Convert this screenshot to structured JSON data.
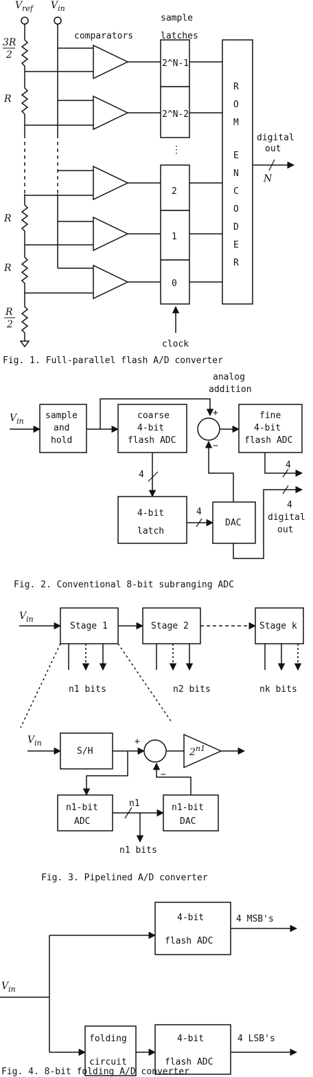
{
  "fig1": {
    "vref": "V",
    "vref_sub": "ref",
    "vin": "V",
    "vin_sub": "in",
    "comparators": "comparators",
    "sample": "sample",
    "latches": "latches",
    "r_top": "3R",
    "r_top_den": "2",
    "r": "R",
    "r_bot": "R",
    "r_bot_den": "2",
    "latch_labels": [
      "2^N-1",
      "2^N-2",
      "2",
      "1",
      "0"
    ],
    "rom_letters": [
      "R",
      "O",
      "M",
      "E",
      "N",
      "C",
      "O",
      "D",
      "E",
      "R"
    ],
    "digital": "digital",
    "out": "out",
    "n": "N",
    "clock": "clock",
    "caption": "Fig. 1.  Full-parallel flash A/D converter"
  },
  "fig2": {
    "analog": "analog",
    "addition": "addition",
    "vin": "V",
    "vin_sub": "in",
    "sh1": "sample",
    "sh2": "and",
    "sh3": "hold",
    "c1": "coarse",
    "c2": "4-bit",
    "c3": "flash ADC",
    "f1": "fine",
    "f2": "4-bit",
    "f3": "flash ADC",
    "plus": "+",
    "minus": "−",
    "four": "4",
    "l1": "4-bit",
    "l2": "latch",
    "dac": "DAC",
    "d1": "4",
    "d2": "digital",
    "d3": "out",
    "caption": "Fig. 2.  Conventional 8-bit subranging ADC"
  },
  "fig3": {
    "vin": "V",
    "vin_sub": "in",
    "stage1": "Stage 1",
    "stage2": "Stage 2",
    "stagek": "Stage k",
    "n1bits": "n1 bits",
    "n2bits": "n2 bits",
    "nkbits": "nk bits",
    "sh": "S/H",
    "gain": "2",
    "gain_sup": "n1",
    "adc1": "n1-bit",
    "adc2": "ADC",
    "dac1": "n1-bit",
    "dac2": "DAC",
    "bus": "n1",
    "plus": "+",
    "minus": "−",
    "caption": "Fig. 3.  Pipelined A/D converter"
  },
  "fig4": {
    "vin": "V",
    "vin_sub": "in",
    "adc_top1": "4-bit",
    "adc_top2": "flash ADC",
    "msb": "4 MSB's",
    "fold1": "folding",
    "fold2": "circuit",
    "adc_bot1": "4-bit",
    "adc_bot2": "flash ADC",
    "lsb": "4 LSB's",
    "caption": "Fig. 4.  8-bit folding A/D converter"
  }
}
